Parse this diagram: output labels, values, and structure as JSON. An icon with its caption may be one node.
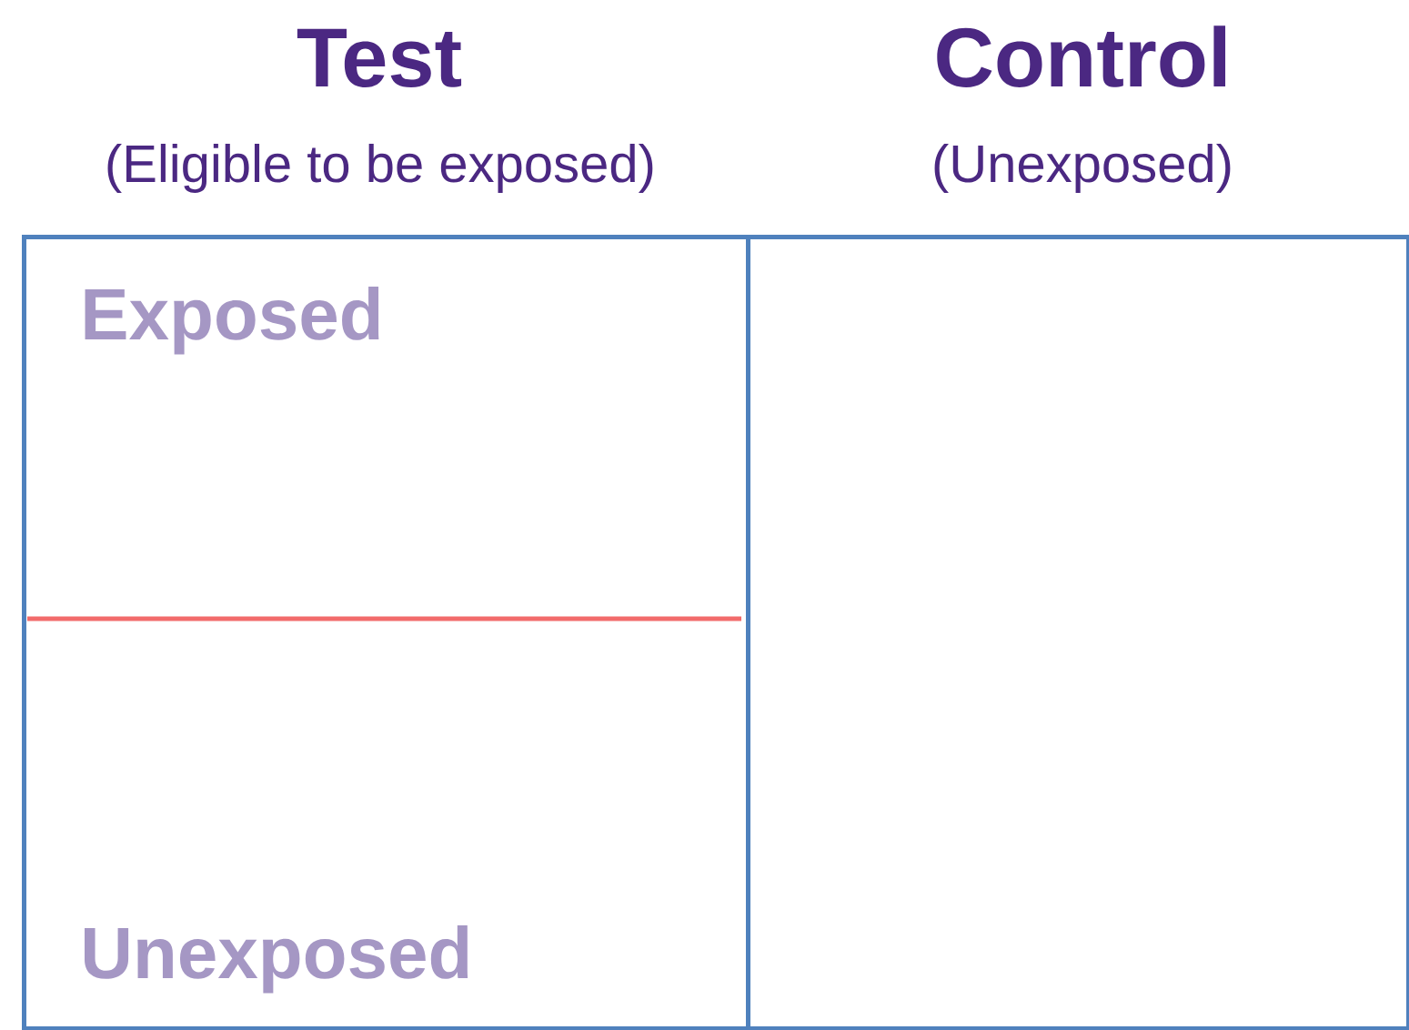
{
  "diagram": {
    "nodes": [
      {
        "text": [
          "Test",
          "(Eligible to be exposed)"
        ]
      },
      {
        "text": [
          "Exposed"
        ],
        "in": 0
      },
      {
        "text": [
          "Unexposed"
        ],
        "in": 0
      },
      {
        "text": [
          "Control",
          "(Unexposed)"
        ]
      }
    ]
  }
}
